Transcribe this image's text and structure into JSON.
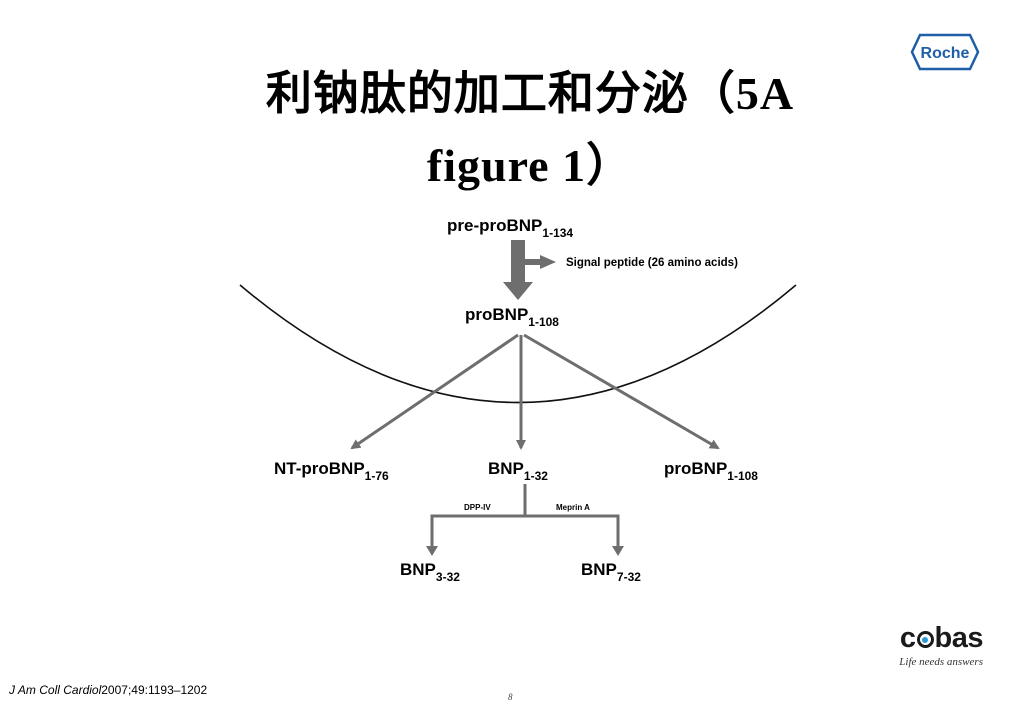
{
  "title": {
    "line1": "利钠肽的加工和分泌（5A",
    "line2": "figure 1）"
  },
  "logo": {
    "roche": "Roche"
  },
  "diagram": {
    "pre_main": "pre-proBNP",
    "pre_sub": "1-134",
    "signal_peptide": "Signal peptide (26 amino acids)",
    "pro_main": "proBNP",
    "pro_sub": "1-108",
    "nt_main": "NT-proBNP",
    "nt_sub": "1-76",
    "bnp_main": "BNP",
    "bnp_sub": "1-32",
    "pro2_main": "proBNP",
    "pro2_sub": "1-108",
    "dpp_label": "DPP-IV",
    "meprin_label": "Meprin A",
    "bnp3_main": "BNP",
    "bnp3_sub": "3-32",
    "bnp7_main": "BNP",
    "bnp7_sub": "7-32"
  },
  "footer": {
    "brand": "cobas",
    "tagline": "Life needs answers",
    "citation_journal": "J Am Coll Cardiol",
    "citation_ref": "2007;49:1193–1202",
    "page_number": "8"
  },
  "colors": {
    "arrow_gray": "#6e6e6e",
    "cobas_dot": "#2a9ad6",
    "roche_blue": "#1f5fa8"
  }
}
